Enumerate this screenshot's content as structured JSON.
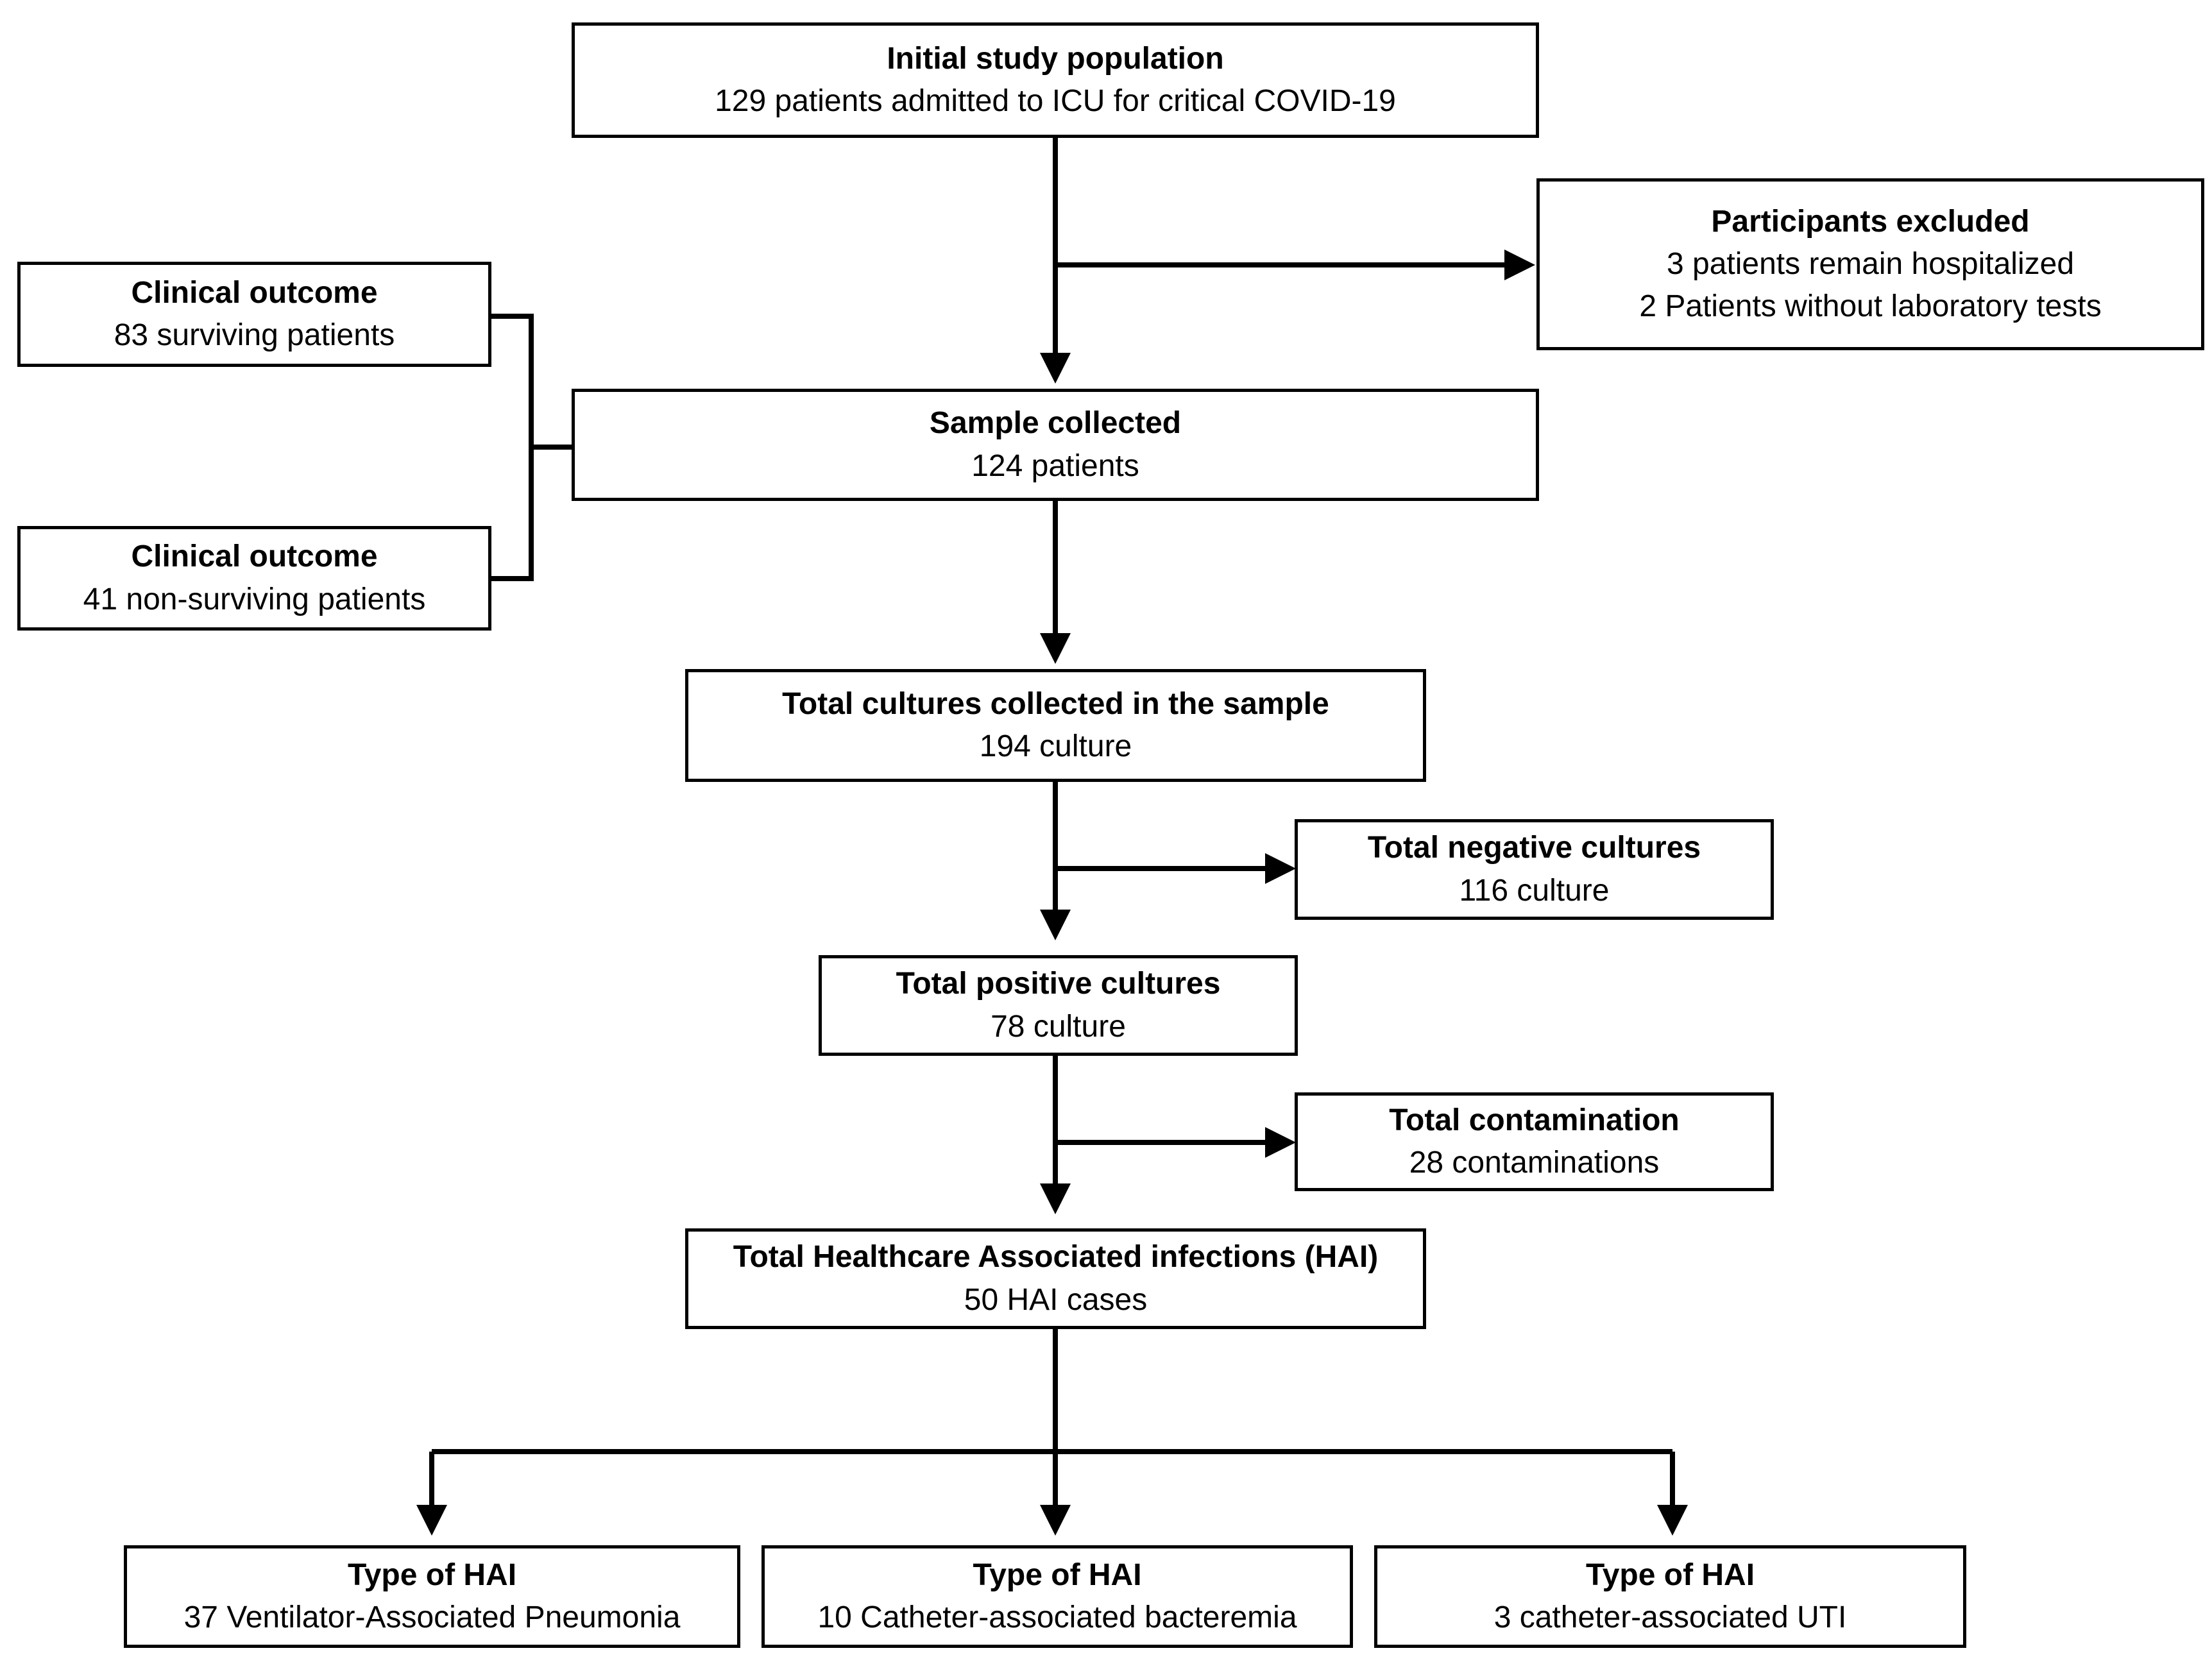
{
  "boxes": {
    "initial": {
      "title": "Initial study population",
      "lines": [
        "129 patients admitted to ICU for critical COVID-19"
      ]
    },
    "excluded": {
      "title": "Participants excluded",
      "lines": [
        "3 patients remain hospitalized",
        "2 Patients without laboratory tests"
      ]
    },
    "outcome_survivors": {
      "title": "Clinical outcome",
      "lines": [
        "83 surviving patients"
      ]
    },
    "outcome_nonsurvivors": {
      "title": "Clinical outcome",
      "lines": [
        "41 non-surviving patients"
      ]
    },
    "sample": {
      "title": "Sample collected",
      "lines": [
        "124 patients"
      ]
    },
    "cultures_total": {
      "title": "Total cultures collected in the sample",
      "lines": [
        "194 culture"
      ]
    },
    "cultures_negative": {
      "title": "Total negative cultures",
      "lines": [
        "116 culture"
      ]
    },
    "cultures_positive": {
      "title": "Total positive cultures",
      "lines": [
        "78 culture"
      ]
    },
    "contamination": {
      "title": "Total contamination",
      "lines": [
        "28 contaminations"
      ]
    },
    "hai_total": {
      "title": "Total Healthcare Associated infections (HAI)",
      "lines": [
        "50 HAI cases"
      ]
    },
    "hai_vap": {
      "title": "Type of HAI",
      "lines": [
        "37 Ventilator-Associated Pneumonia"
      ]
    },
    "hai_bacteremia": {
      "title": "Type of HAI",
      "lines": [
        "10 Catheter-associated bacteremia"
      ]
    },
    "hai_uti": {
      "title": "Type of HAI",
      "lines": [
        "3 catheter-associated UTI"
      ]
    }
  },
  "colors": {
    "stroke": "#000000",
    "background": "#ffffff"
  }
}
